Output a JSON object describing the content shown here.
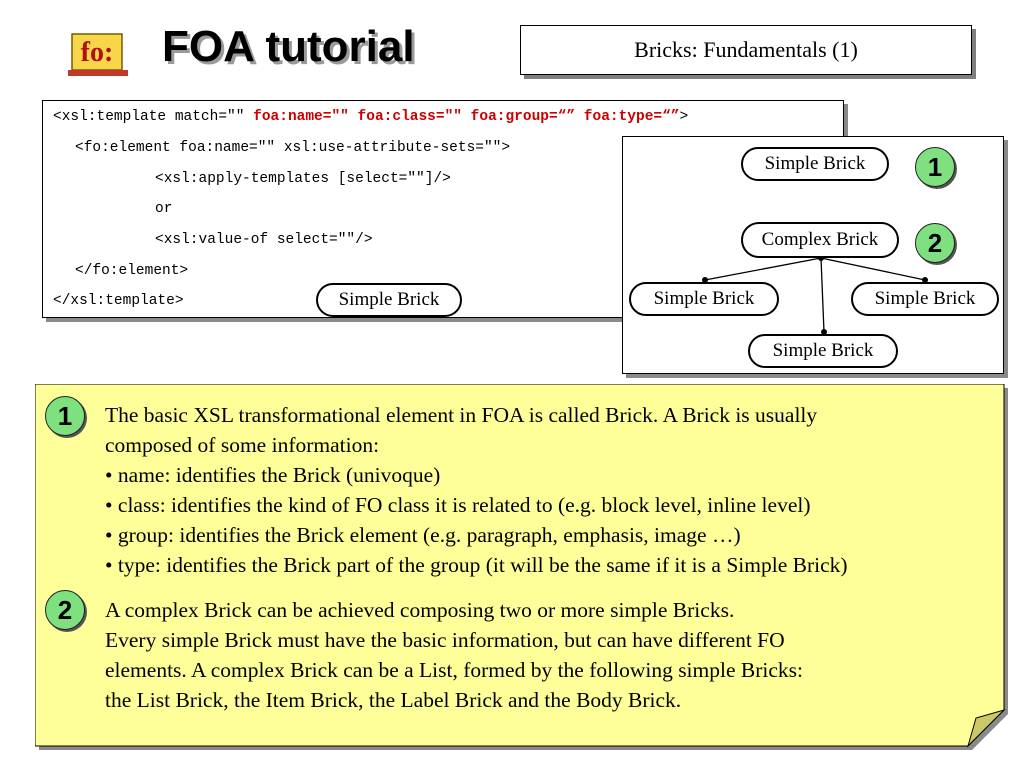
{
  "header": {
    "logo_text": "fo:",
    "title": "FOA tutorial",
    "subtitle": "Bricks: Fundamentals (1)"
  },
  "code": {
    "line1_a": "<xsl:template match=\"\" ",
    "line1_b": "foa:name=\"\" foa:class=\"\" foa:group=“” foa:type=“”",
    "line1_c": ">",
    "line2": "<fo:element foa:name=\"\" xsl:use-attribute-sets=\"\">",
    "line3": "<xsl:apply-templates [select=\"\"]/>",
    "line4": "or",
    "line5": "<xsl:value-of select=\"\"/>",
    "line6": "</fo:element>",
    "line7": "</xsl:template>",
    "brick_label": "Simple Brick"
  },
  "diagram": {
    "simple_top": "Simple Brick",
    "badge1": "1",
    "complex": "Complex Brick",
    "badge2": "2",
    "left": "Simple Brick",
    "right": "Simple Brick",
    "bottom": "Simple Brick"
  },
  "note": {
    "badge1": "1",
    "p1_line1": "The basic XSL transformational element in FOA is called Brick. A Brick is usually",
    "p1_line2": "composed of some information:",
    "p1_line3": "• name: identifies the Brick (univoque)",
    "p1_line4": "• class: identifies the kind of FO class it is related to (e.g. block level, inline level)",
    "p1_line5": "• group: identifies the Brick element (e.g. paragraph, emphasis, image …)",
    "p1_line6": "• type: identifies the Brick part of the group (it will be the same if it is a Simple Brick)",
    "badge2": "2",
    "p2_line1": "A complex Brick can be achieved composing two or more simple Bricks.",
    "p2_line2": "Every simple Brick must have the basic information, but can have different FO",
    "p2_line3": "elements. A complex Brick can be a List, formed by the following simple Bricks:",
    "p2_line4": "the List Brick, the Item Brick, the Label Brick and the Body Brick."
  },
  "colors": {
    "note_fill": "#ffff99",
    "badge_fill": "#7fe07f",
    "code_highlight": "#cc0000"
  }
}
